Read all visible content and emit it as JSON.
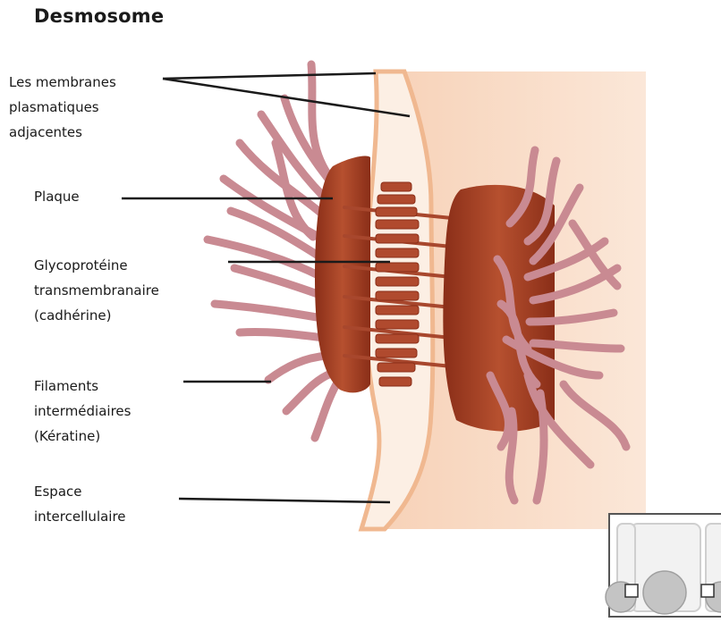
{
  "title": "Desmosome",
  "labels": {
    "membranes": "Les membranes\nplasmatiques\nadjacentes",
    "plaque": "Plaque",
    "glycoproteine": "Glycoprotéine\ntransmembranaire\n(cadhérine)",
    "filaments": "Filaments\nintermédiaires\n(Kératine)",
    "espace": "Espace\nintercellulaire"
  },
  "colors": {
    "cytoplasm": "#f9dcc4",
    "membrane_edge": "#f0b890",
    "plaque": "#b1462a",
    "plaque_dark": "#8a2e18",
    "filament": "#c98a92",
    "filament_stroke": "#a06068",
    "cadherin": "#a8472d",
    "inset_cell": "#d3d3d3",
    "inset_border": "#555555"
  }
}
